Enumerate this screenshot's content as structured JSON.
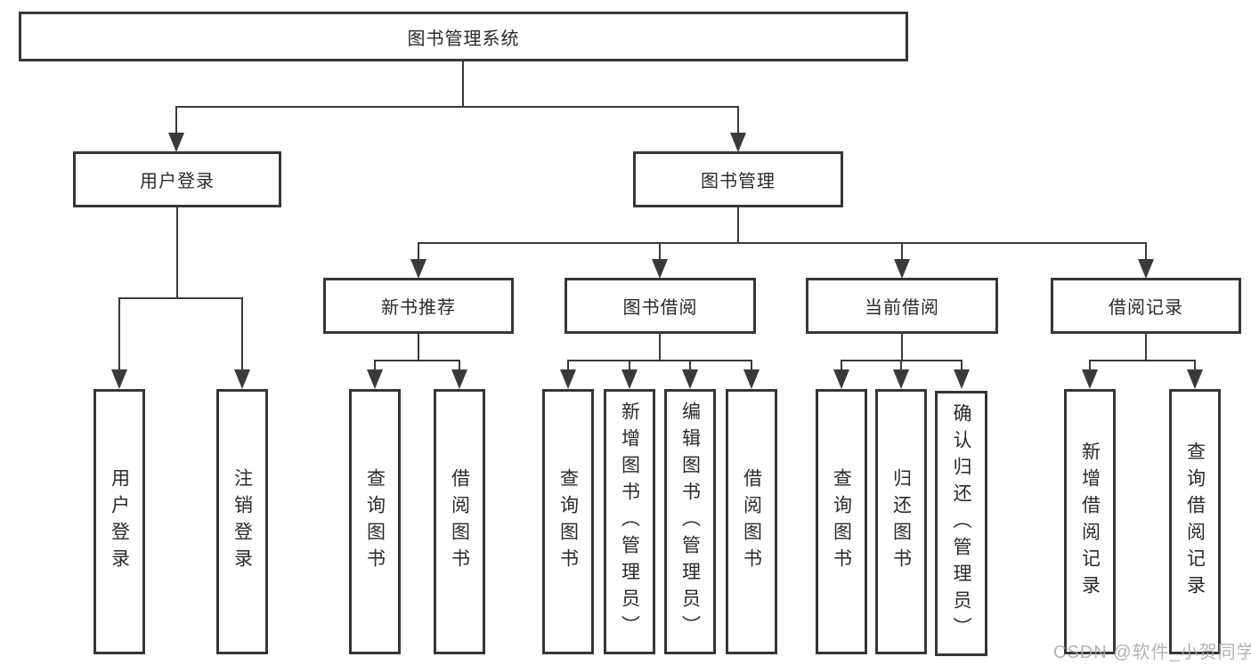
{
  "diagram": {
    "root_label": "图书管理系统",
    "watermark": "CSDN @软件_小贺同学",
    "level2": {
      "user_login": "用户登录",
      "book_management": "图书管理"
    },
    "level3": {
      "new_book_recommend": "新书推荐",
      "book_borrow": "图书借阅",
      "current_borrow": "当前借阅",
      "borrow_records": "借阅记录"
    },
    "leaves": {
      "user_login": [
        "用户登录",
        "注销登录"
      ],
      "new_book_recommend": [
        "查询图书",
        "借阅图书"
      ],
      "book_borrow": [
        "查询图书",
        "新增图书（管理员）",
        "编辑图书（管理员）",
        "借阅图书"
      ],
      "current_borrow": [
        "查询图书",
        "归还图书",
        "确认归还（管理员）"
      ],
      "borrow_records": [
        "新增借阅记录",
        "查询借阅记录"
      ]
    }
  }
}
